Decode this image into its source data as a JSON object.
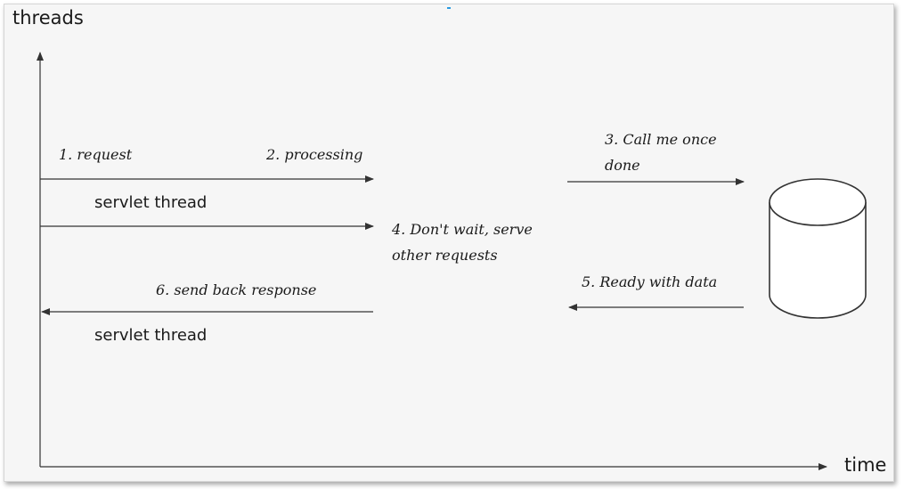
{
  "axes": {
    "y_label": "threads",
    "x_label": "time"
  },
  "labels": {
    "request": "1. request",
    "processing": "2. processing",
    "servlet_thread_top": "servlet thread",
    "dont_wait_line1": "4. Don't wait, serve",
    "dont_wait_line2": "other requests",
    "call_me_line1": "3. Call me once",
    "call_me_line2": "done",
    "ready_with_data": "5. Ready with data",
    "send_back_response": "6. send back response",
    "servlet_thread_bottom": "servlet thread"
  },
  "icons": {
    "database": "database-cylinder-icon"
  }
}
